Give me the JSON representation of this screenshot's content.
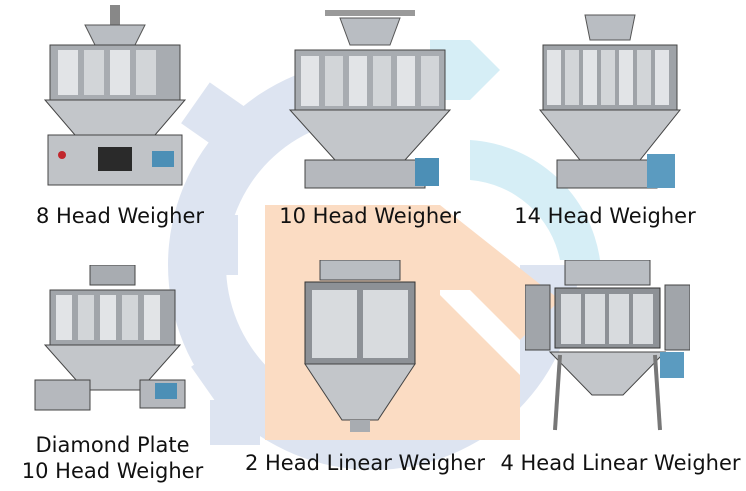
{
  "products": [
    {
      "label": "8 Head Weigher",
      "icon": "multihead-weigher-8-photo"
    },
    {
      "label": "10 Head Weigher",
      "icon": "multihead-weigher-10-photo"
    },
    {
      "label": "14 Head Weigher",
      "icon": "multihead-weigher-14-photo"
    },
    {
      "label_line1": "Diamond Plate",
      "label_line2": "10 Head Weigher",
      "icon": "diamond-plate-weigher-photo"
    },
    {
      "label": "2 Head Linear Weigher",
      "icon": "linear-weigher-2-photo"
    },
    {
      "label": "4 Head Linear Weigher",
      "icon": "linear-weigher-4-photo"
    }
  ],
  "colors": {
    "gear_blue": "#d9e2f0",
    "gear_peach": "#fbdcc4",
    "gear_teal": "#d3eef6",
    "steel_light": "#c9ccd0",
    "steel_dark": "#55595e"
  }
}
